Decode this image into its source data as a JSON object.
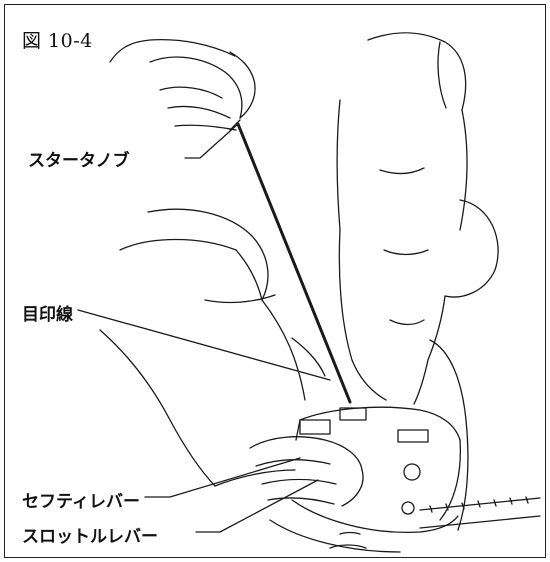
{
  "figure": {
    "title": "図 10-4",
    "labels": {
      "starter_knob": "スタータノブ",
      "alignment_mark": "目印線",
      "safety_lever": "セフティレバー",
      "throttle_lever": "スロットルレバー"
    }
  }
}
